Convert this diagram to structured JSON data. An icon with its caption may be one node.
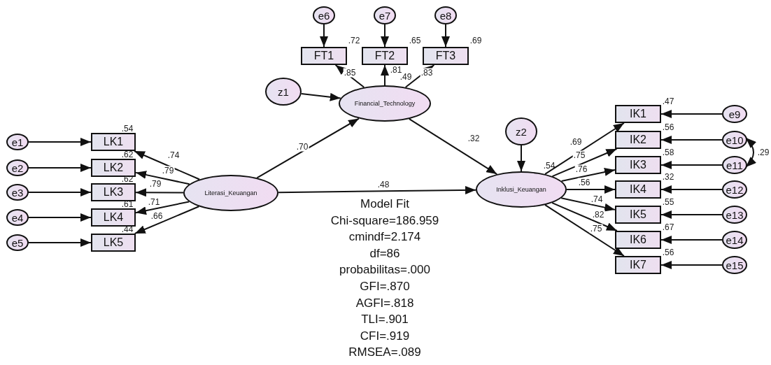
{
  "diagram": {
    "nodes": [
      {
        "text": [
          "e6"
        ]
      },
      {
        "text": [
          "e7"
        ]
      },
      {
        "text": [
          "e8"
        ]
      },
      {
        "text": [
          "FT1"
        ],
        "beside": [
          ".72"
        ]
      },
      {
        "text": [
          "FT2"
        ],
        "beside": [
          ".65"
        ]
      },
      {
        "text": [
          "FT3"
        ],
        "beside": [
          ".69"
        ]
      },
      {
        "text": [
          "z1"
        ]
      },
      {
        "text": [
          "Financial_Technology"
        ],
        "beside": [
          ".49"
        ]
      },
      {
        "text": [
          "z2"
        ]
      },
      {
        "text": [
          "e1"
        ]
      },
      {
        "text": [
          "e2"
        ]
      },
      {
        "text": [
          "e3"
        ]
      },
      {
        "text": [
          "e4"
        ]
      },
      {
        "text": [
          "e5"
        ]
      },
      {
        "text": [
          "LK1"
        ],
        "beside": [
          ".54"
        ]
      },
      {
        "text": [
          "LK2"
        ],
        "beside": [
          ".62"
        ]
      },
      {
        "text": [
          "LK3"
        ],
        "beside": [
          ".62"
        ]
      },
      {
        "text": [
          "LK4"
        ],
        "beside": [
          ".61"
        ]
      },
      {
        "text": [
          "LK5"
        ],
        "beside": [
          ".44"
        ]
      },
      {
        "text": [
          "Literasi_Keuangan"
        ]
      },
      {
        "text": [
          "Inklusi_Keuangan"
        ],
        "beside": [
          ".54"
        ]
      },
      {
        "text": [
          "IK1"
        ],
        "beside": [
          ".47"
        ]
      },
      {
        "text": [
          "IK2"
        ],
        "beside": [
          ".56"
        ]
      },
      {
        "text": [
          "IK3"
        ],
        "beside": [
          ".58"
        ]
      },
      {
        "text": [
          "IK4"
        ],
        "beside": [
          ".32"
        ]
      },
      {
        "text": [
          "IK5"
        ],
        "beside": [
          ".55"
        ]
      },
      {
        "text": [
          "IK6"
        ],
        "beside": [
          ".67"
        ]
      },
      {
        "text": [
          "IK7"
        ],
        "beside": [
          ".56"
        ]
      },
      {
        "text": [
          "e9"
        ]
      },
      {
        "text": [
          "e10"
        ]
      },
      {
        "text": [
          "e11"
        ]
      },
      {
        "text": [
          "e12"
        ]
      },
      {
        "text": [
          "e13"
        ]
      },
      {
        "text": [
          "e14"
        ]
      },
      {
        "text": [
          "e15"
        ]
      }
    ],
    "edges": [
      {
        "from": 9,
        "to": 14,
        "arrow": "to"
      },
      {
        "from": 10,
        "to": 15,
        "arrow": "to"
      },
      {
        "from": 11,
        "to": 16,
        "arrow": "to"
      },
      {
        "from": 12,
        "to": 17,
        "arrow": "to"
      },
      {
        "from": 13,
        "to": 18,
        "arrow": "to"
      },
      {
        "from": 19,
        "to": 14,
        "arrow": "to",
        "label": ".74"
      },
      {
        "from": 19,
        "to": 15,
        "arrow": "to",
        "label": ".79"
      },
      {
        "from": 19,
        "to": 16,
        "arrow": "to",
        "label": ".79"
      },
      {
        "from": 19,
        "to": 17,
        "arrow": "to",
        "label": ".71"
      },
      {
        "from": 19,
        "to": 18,
        "arrow": "to",
        "label": ".66"
      },
      {
        "from": 0,
        "to": 3,
        "arrow": "to"
      },
      {
        "from": 1,
        "to": 4,
        "arrow": "to"
      },
      {
        "from": 2,
        "to": 5,
        "arrow": "to"
      },
      {
        "from": 7,
        "to": 3,
        "arrow": "to",
        "label": ".85"
      },
      {
        "from": 7,
        "to": 4,
        "arrow": "to",
        "label": ".81"
      },
      {
        "from": 7,
        "to": 5,
        "arrow": "to",
        "label": ".83"
      },
      {
        "from": 6,
        "to": 7,
        "arrow": "to"
      },
      {
        "from": 19,
        "to": 7,
        "arrow": "to",
        "label": ".70"
      },
      {
        "from": 7,
        "to": 20,
        "arrow": "to",
        "label": ".32"
      },
      {
        "from": 19,
        "to": 20,
        "arrow": "to",
        "label": ".48"
      },
      {
        "from": 8,
        "to": 20,
        "arrow": "to"
      },
      {
        "from": 20,
        "to": 21,
        "arrow": "to",
        "label": ".69"
      },
      {
        "from": 20,
        "to": 22,
        "arrow": "to",
        "label": ".75"
      },
      {
        "from": 20,
        "to": 23,
        "arrow": "to",
        "label": ".76"
      },
      {
        "from": 20,
        "to": 24,
        "arrow": "to",
        "label": ".56"
      },
      {
        "from": 20,
        "to": 25,
        "arrow": "to",
        "label": ".74"
      },
      {
        "from": 20,
        "to": 26,
        "arrow": "to",
        "label": ".82"
      },
      {
        "from": 20,
        "to": 27,
        "arrow": "to",
        "label": ".75"
      },
      {
        "from": 28,
        "to": 21,
        "arrow": "to"
      },
      {
        "from": 29,
        "to": 22,
        "arrow": "to"
      },
      {
        "from": 30,
        "to": 23,
        "arrow": "to"
      },
      {
        "from": 31,
        "to": 24,
        "arrow": "to"
      },
      {
        "from": 32,
        "to": 25,
        "arrow": "to"
      },
      {
        "from": 33,
        "to": 26,
        "arrow": "to"
      },
      {
        "from": 34,
        "to": 27,
        "arrow": "to"
      },
      {
        "from": 29,
        "to": 30,
        "arrow": "both",
        "label": ".29"
      }
    ],
    "labels": [
      "Model Fit",
      "Chi-square=186.959",
      "cmindf=2.174",
      "df=86",
      "probabilitas=.000",
      "GFI=.870",
      "AGFI=.818",
      "TLI=.901",
      "CFI=.919",
      "RMSEA=.089"
    ]
  }
}
